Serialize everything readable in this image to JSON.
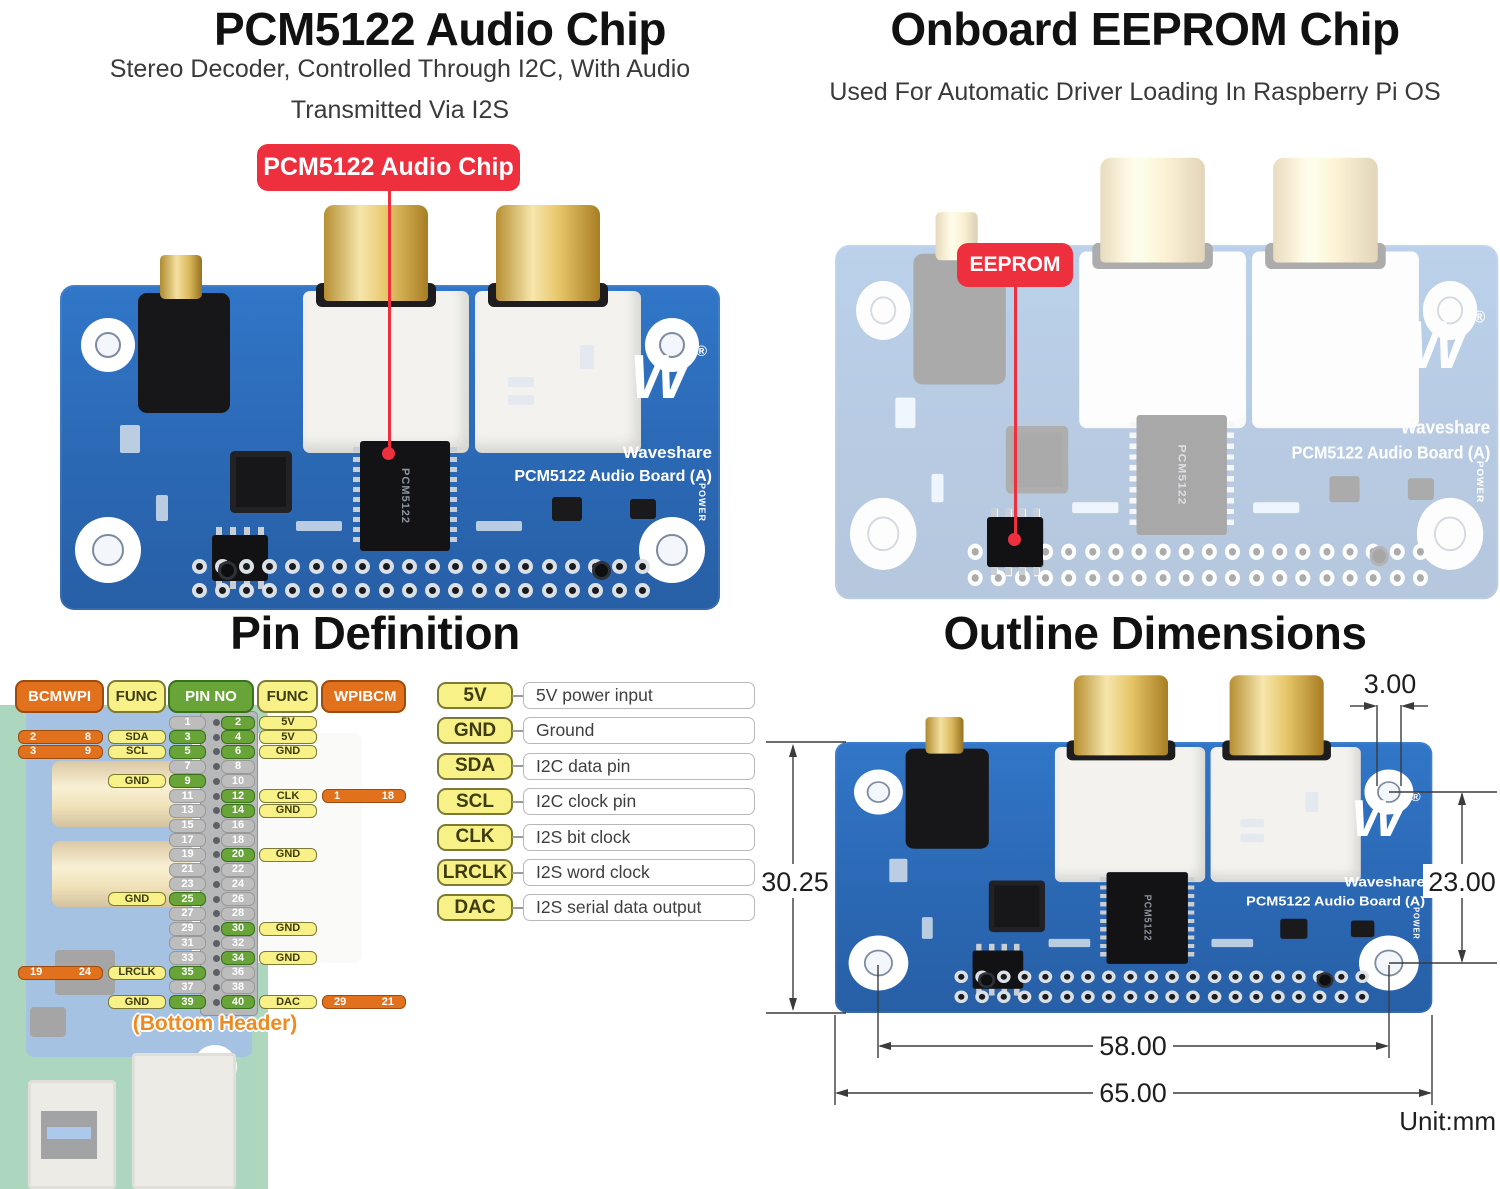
{
  "audio_chip_section": {
    "title": "PCM5122 Audio Chip",
    "subtitle_line1": "Stereo Decoder, Controlled Through I2C, With Audio",
    "subtitle_line2": "Transmitted Via I2S",
    "callout_label": "PCM5122 Audio Chip"
  },
  "eeprom_section": {
    "title": "Onboard EEPROM Chip",
    "subtitle": "Used For Automatic Driver Loading In Raspberry Pi OS",
    "callout_label": "EEPROM"
  },
  "board": {
    "brand": "Waveshare",
    "registered_mark": "®",
    "model": "PCM5122 Audio Board (A)",
    "power_label": "POWER",
    "main_chip_marking": "PCM5122"
  },
  "pin_definition": {
    "title": "Pin Definition",
    "column_headers": [
      {
        "parts": [
          "BCM",
          "WPI"
        ]
      },
      {
        "text": "FUNC"
      },
      {
        "text": "PIN NO"
      },
      {
        "text": "FUNC"
      },
      {
        "parts": [
          "WPI",
          "BCM"
        ]
      }
    ],
    "bottom_note": "(Bottom Header)",
    "rows": [
      {
        "odd": "1",
        "even": "2",
        "even_on": true,
        "efunc": "5V"
      },
      {
        "lnum": [
          "2",
          "8"
        ],
        "lfunc": "SDA",
        "odd": "3",
        "odd_on": true,
        "even": "4",
        "even_on": true,
        "efunc": "5V"
      },
      {
        "lnum": [
          "3",
          "9"
        ],
        "lfunc": "SCL",
        "odd": "5",
        "odd_on": true,
        "even": "6",
        "even_on": true,
        "efunc": "GND"
      },
      {
        "odd": "7",
        "even": "8"
      },
      {
        "lfunc": "GND",
        "odd": "9",
        "odd_on": true,
        "even": "10"
      },
      {
        "odd": "11",
        "even": "12",
        "even_on": true,
        "efunc": "CLK",
        "rnum": [
          "1",
          "18"
        ]
      },
      {
        "odd": "13",
        "even": "14",
        "even_on": true,
        "efunc": "GND"
      },
      {
        "odd": "15",
        "even": "16"
      },
      {
        "odd": "17",
        "even": "18"
      },
      {
        "odd": "19",
        "even": "20",
        "even_on": true,
        "efunc": "GND"
      },
      {
        "odd": "21",
        "even": "22"
      },
      {
        "odd": "23",
        "even": "24"
      },
      {
        "lfunc": "GND",
        "odd": "25",
        "odd_on": true,
        "even": "26"
      },
      {
        "odd": "27",
        "even": "28"
      },
      {
        "odd": "29",
        "even": "30",
        "even_on": true,
        "efunc": "GND"
      },
      {
        "odd": "31",
        "even": "32"
      },
      {
        "odd": "33",
        "even": "34",
        "even_on": true,
        "efunc": "GND"
      },
      {
        "lnum": [
          "19",
          "24"
        ],
        "lfunc": "LRCLK",
        "odd": "35",
        "odd_on": true,
        "even": "36"
      },
      {
        "odd": "37",
        "even": "38"
      },
      {
        "lfunc": "GND",
        "odd": "39",
        "odd_on": true,
        "even": "40",
        "even_on": true,
        "efunc": "DAC",
        "rnum": [
          "29",
          "21"
        ]
      }
    ],
    "legend": [
      {
        "label": "5V",
        "desc": "5V power input"
      },
      {
        "label": "GND",
        "desc": "Ground"
      },
      {
        "label": "SDA",
        "desc": "I2C data pin"
      },
      {
        "label": "SCL",
        "desc": "I2C clock pin"
      },
      {
        "label": "CLK",
        "desc": "I2S bit clock"
      },
      {
        "label": "LRCLK",
        "desc": "I2S word clock"
      },
      {
        "label": "DAC",
        "desc": "I2S serial data output"
      }
    ]
  },
  "outline_section": {
    "title": "Outline Dimensions",
    "dim_hole_diameter": "3.00",
    "dim_board_height": "30.25",
    "dim_hole_vertical": "23.00",
    "dim_hole_horizontal": "58.00",
    "dim_board_width": "65.00",
    "unit_note": "Unit:mm"
  },
  "colors": {
    "accent_red": "#ee2f3e",
    "pill_orange": "#e2711d",
    "pill_yellow": "#f8f187",
    "pill_green": "#69a438",
    "pill_gray": "#bdbdbd",
    "pcb_blue": "#2e6fbe",
    "note_orange": "#ef8a1f"
  }
}
